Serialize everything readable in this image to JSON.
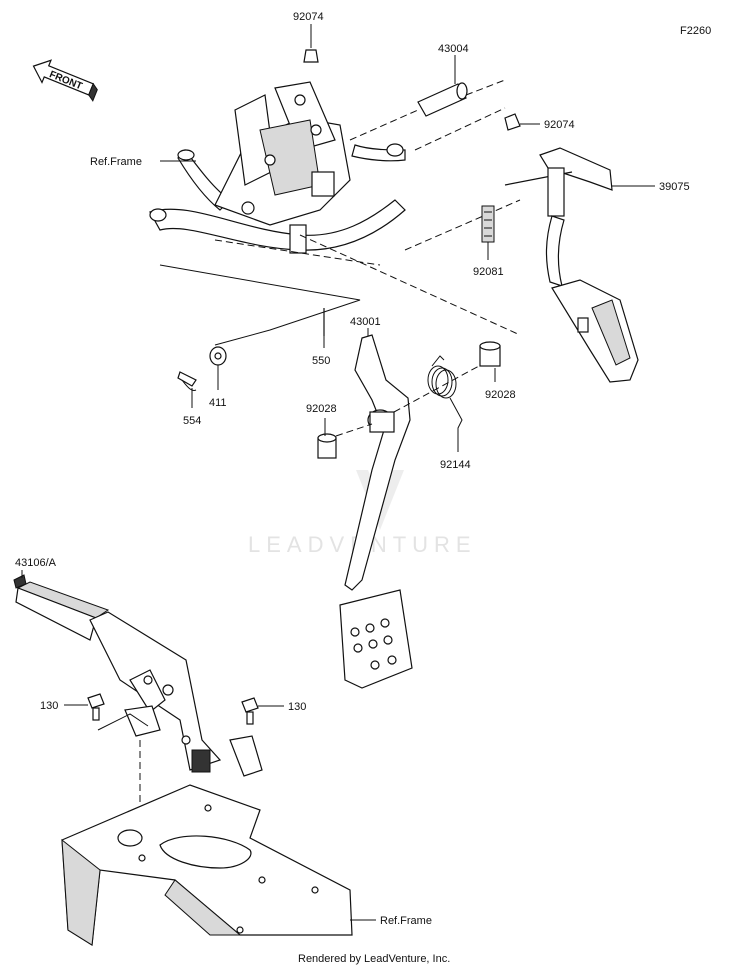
{
  "figure_code": "F2260",
  "front_label": "FRONT",
  "watermark": "LEADVENTURE",
  "footer": "Rendered by LeadVenture, Inc.",
  "labels": {
    "p92074_top": "92074",
    "p43004": "43004",
    "p92074_right": "92074",
    "ref_frame_top": "Ref.Frame",
    "p39075": "39075",
    "p92081": "92081",
    "p550": "550",
    "p43001": "43001",
    "p554": "554",
    "p411": "411",
    "p92028_left": "92028",
    "p92028_right": "92028",
    "p92144": "92144",
    "p43106A": "43106/A",
    "p130_left": "130",
    "p130_right": "130",
    "ref_frame_bottom": "Ref.Frame"
  }
}
